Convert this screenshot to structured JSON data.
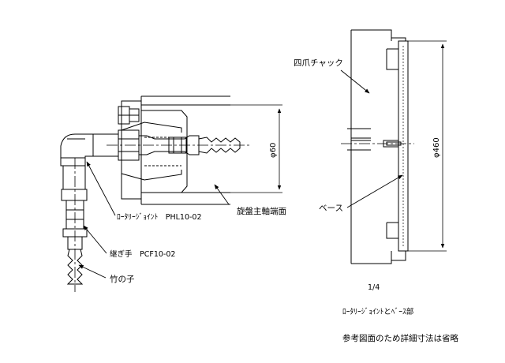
{
  "labels": {
    "four_jaw_chuck": "四爪チャック",
    "lathe_spindle_face": "旋盤主軸端面",
    "base": "ベース",
    "rotary_joint": "ﾛｰﾀﾘｰｼﾞｮｲﾝﾄ　PHL10-02",
    "coupler": "継ぎ手　PCF10-02",
    "bamboo_fitting": "竹の子"
  },
  "dimensions": {
    "d60": "φ60",
    "d460": "φ460"
  },
  "scale": "1/4",
  "caption_title": "ﾛｰﾀﾘｰｼﾞｮｲﾝﾄとﾍﾞｰｽ部",
  "caption_note": "参考図面のため詳細寸法は省略"
}
